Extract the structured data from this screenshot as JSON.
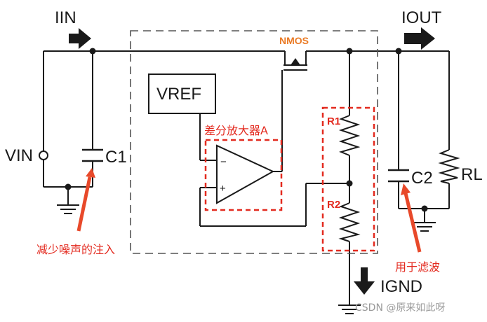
{
  "labels": {
    "iin": "IIN",
    "iout": "IOUT",
    "vin": "VIN",
    "c1": "C1",
    "c2": "C2",
    "vref": "VREF",
    "nmos": "NMOS",
    "r1": "R1",
    "r2": "R2",
    "rl": "RL",
    "ignd": "IGND",
    "amp_minus": "−",
    "amp_plus": "+"
  },
  "annotations": {
    "amp": "差分放大器A",
    "c1_note": "减少噪声的注入",
    "c2_note": "用于滤波"
  },
  "watermark": "CSDN @原来如此呀",
  "colors": {
    "wire": "#1a1a1a",
    "annotation_red": "#e32a1f",
    "arrow_red": "#e8492a",
    "nmos_orange": "#ea7a24",
    "dashed_box": "#555555"
  }
}
